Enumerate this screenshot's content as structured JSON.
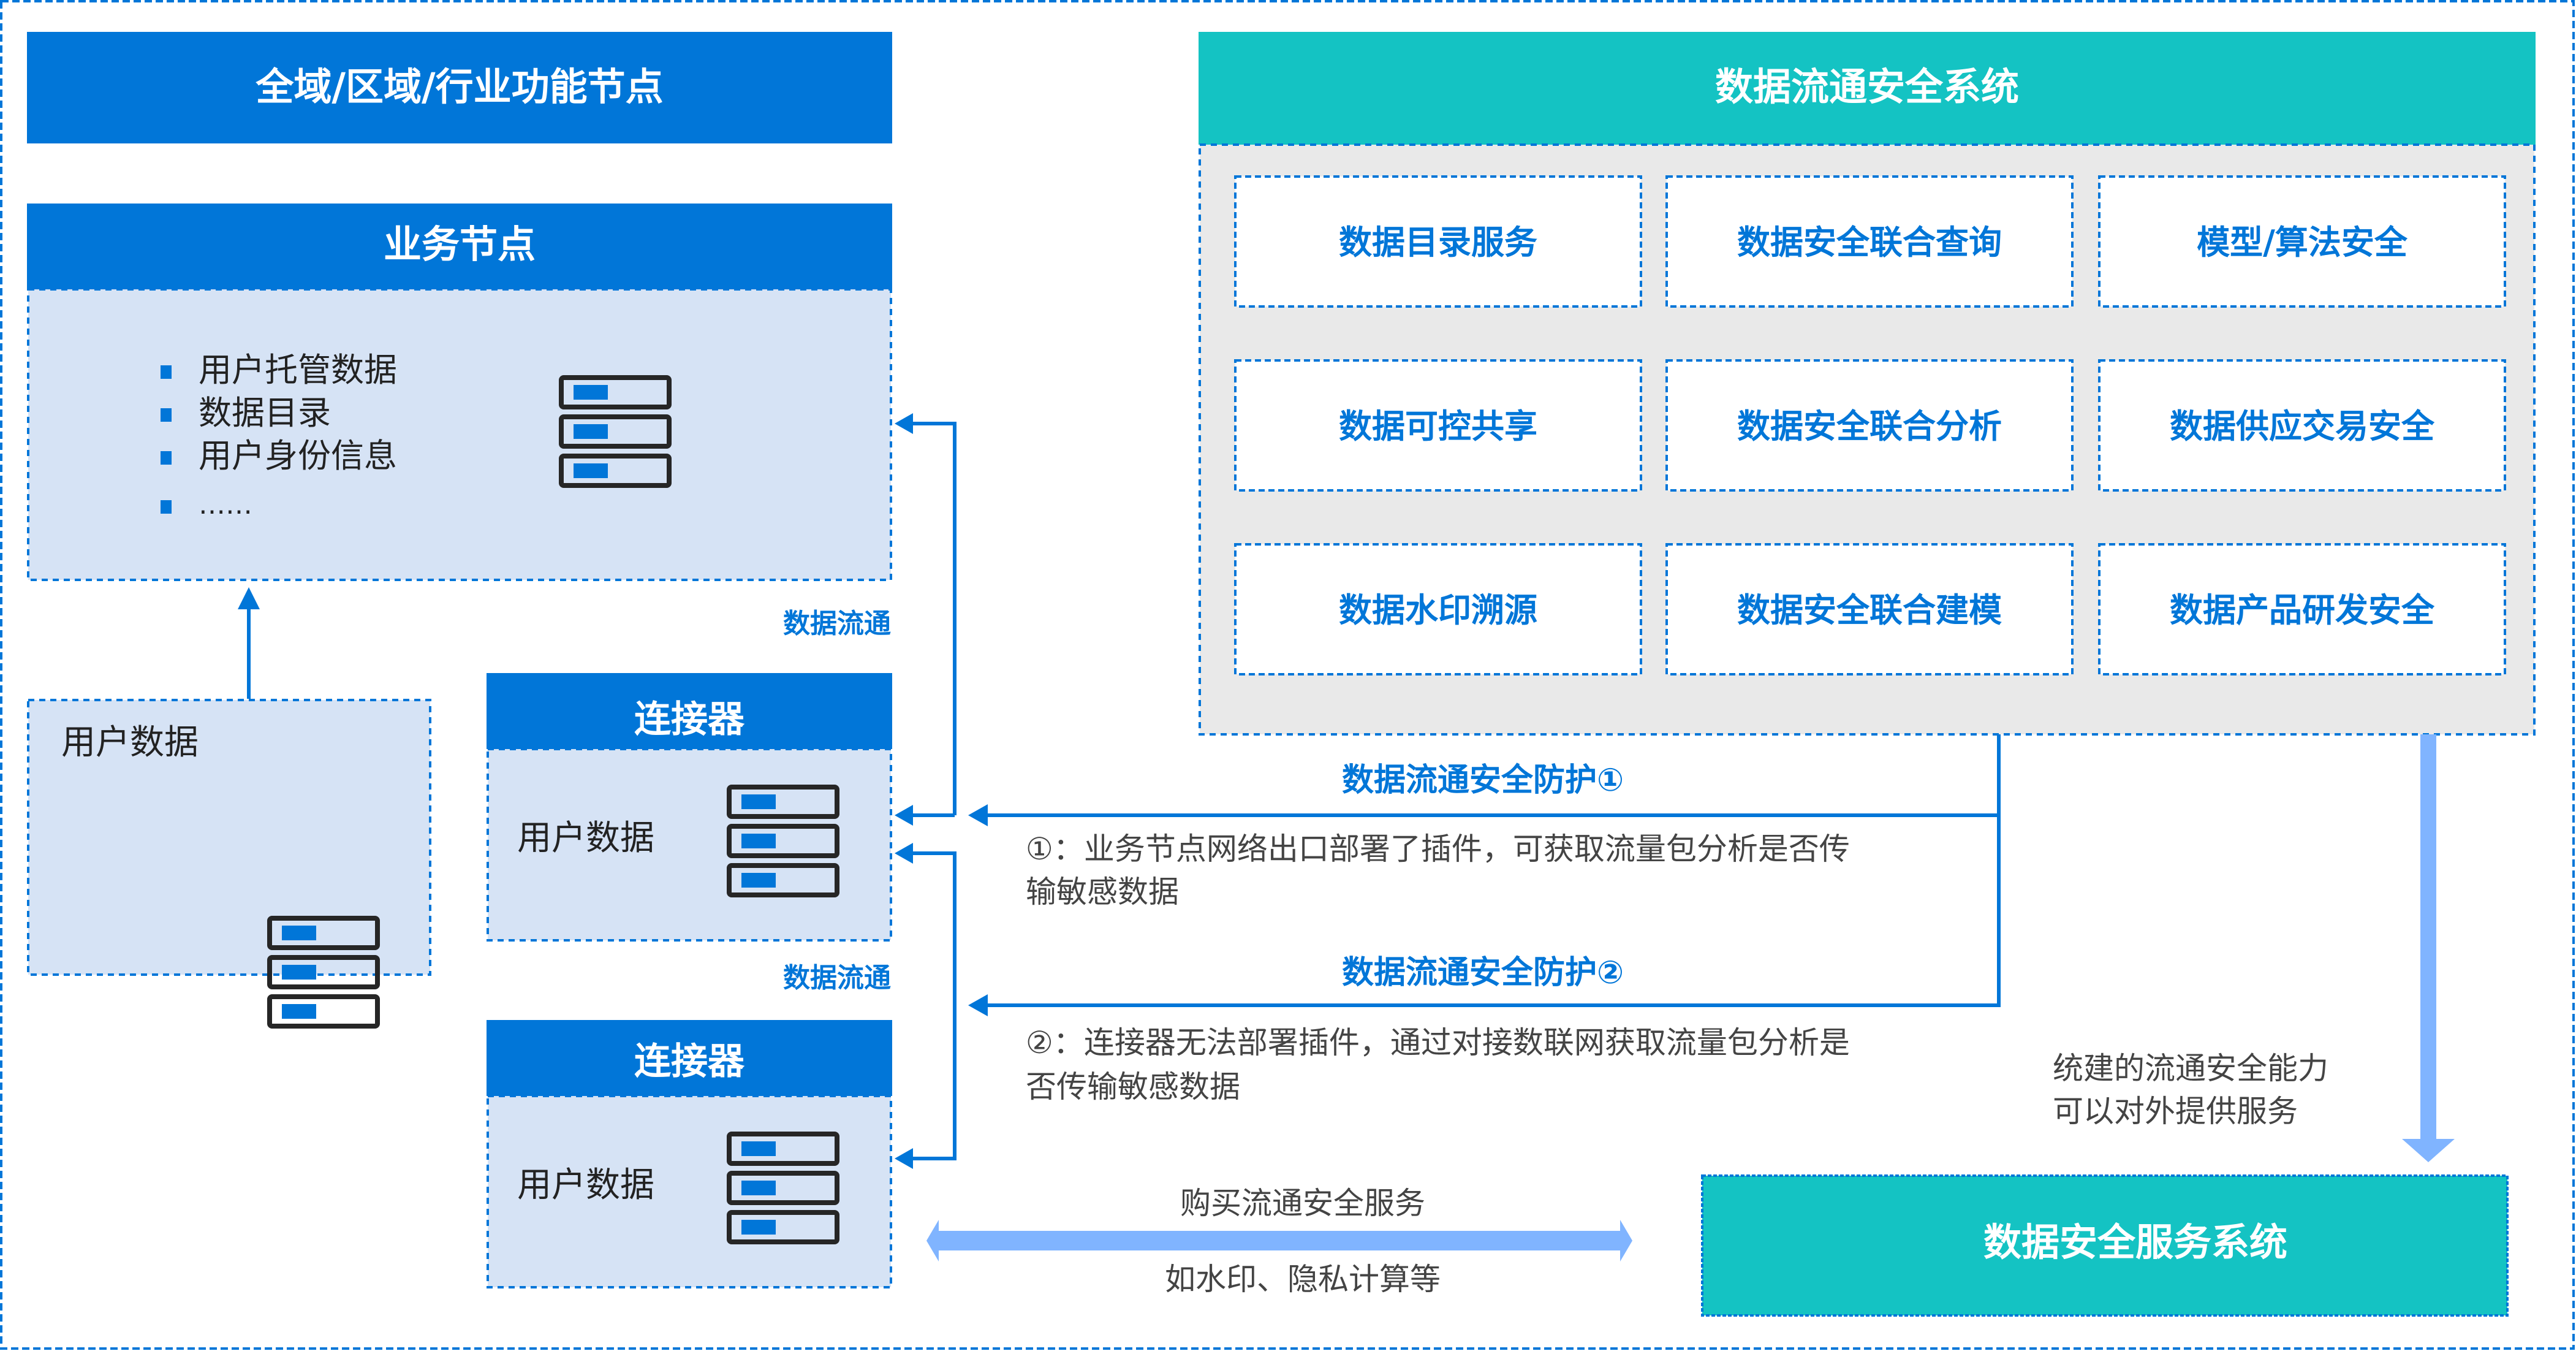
{
  "colors": {
    "primary_blue": "#0176d8",
    "teal": "#14c3c3",
    "light_blue_fill": "#d6e3f5",
    "panel_grey": "#e9e9e9",
    "arrow_light_blue": "#80b4ff",
    "server_outline": "#262626"
  },
  "left": {
    "top_banner": "全域/区域/行业功能节点",
    "business_node": {
      "title": "业务节点",
      "bullets": [
        "用户托管数据",
        "数据目录",
        "用户身份信息",
        "……"
      ],
      "icon": "server-rack-icon"
    },
    "user_data_box": {
      "label": "用户数据",
      "icon": "server-rack-icon"
    },
    "connector_1": {
      "title": "连接器",
      "label": "用户数据",
      "icon": "server-rack-icon"
    },
    "connector_2": {
      "title": "连接器",
      "label": "用户数据",
      "icon": "server-rack-icon"
    },
    "flow_label_1": "数据流通",
    "flow_label_2": "数据流通"
  },
  "right": {
    "system_title": "数据流通安全系统",
    "modules": [
      "数据目录服务",
      "数据安全联合查询",
      "模型/算法安全",
      "数据可控共享",
      "数据安全联合分析",
      "数据供应交易安全",
      "数据水印溯源",
      "数据安全联合建模",
      "数据产品研发安全"
    ],
    "service_system_title": "数据安全服务系统",
    "capability_note": [
      "统建的流通安全能力",
      "可以对外提供服务"
    ]
  },
  "middle": {
    "protection_1": {
      "title": "数据流通安全防护①",
      "desc": [
        "①：业务节点网络出口部署了插件，可获取流量包分析是否传",
        "输敏感数据"
      ]
    },
    "protection_2": {
      "title": "数据流通安全防护②",
      "desc": [
        "②：连接器无法部署插件，通过对接数联网获取流量包分析是",
        "否传输敏感数据"
      ]
    },
    "purchase": {
      "top": "购买流通安全服务",
      "bottom": "如水印、隐私计算等"
    }
  }
}
